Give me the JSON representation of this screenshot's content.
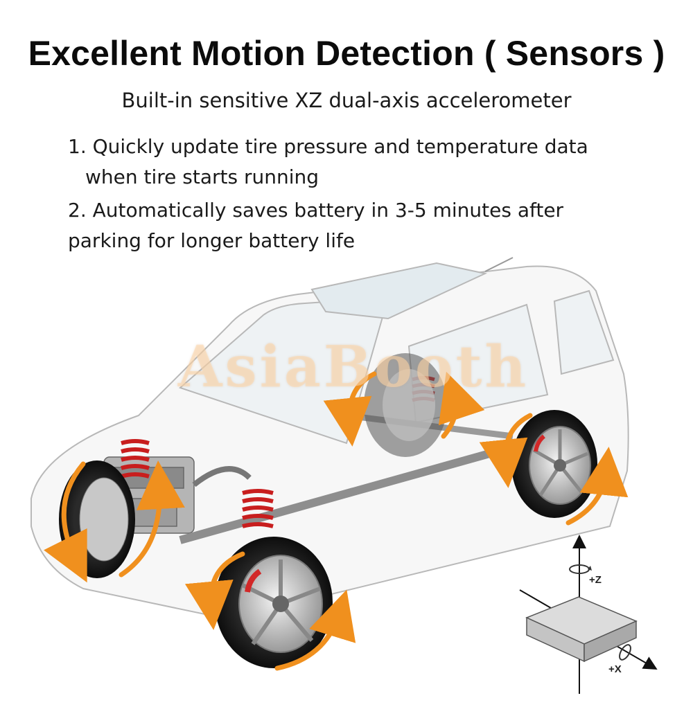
{
  "header": {
    "title": "Excellent Motion Detection ( Sensors )",
    "subtitle": "Built-in sensitive XZ dual-axis accelerometer"
  },
  "features": [
    {
      "line1": "1. Quickly update tire pressure and temperature data",
      "line2": "when tire starts running"
    },
    {
      "line1": "2. Automatically saves battery in 3-5 minutes after",
      "line2": "parking for longer battery life"
    }
  ],
  "watermark": "AsiaBooth",
  "sensor_diagram": {
    "z_label": "+Z",
    "x_label": "+X"
  },
  "colors": {
    "motion_arrow": "#f0901e",
    "spring": "#c81e1e",
    "caliper": "#d22828",
    "box": "#c9c9c9"
  },
  "icons": [
    "car-cutaway-illustration",
    "wheel-rotation-arrow-icon",
    "accelerometer-axis-icon"
  ]
}
